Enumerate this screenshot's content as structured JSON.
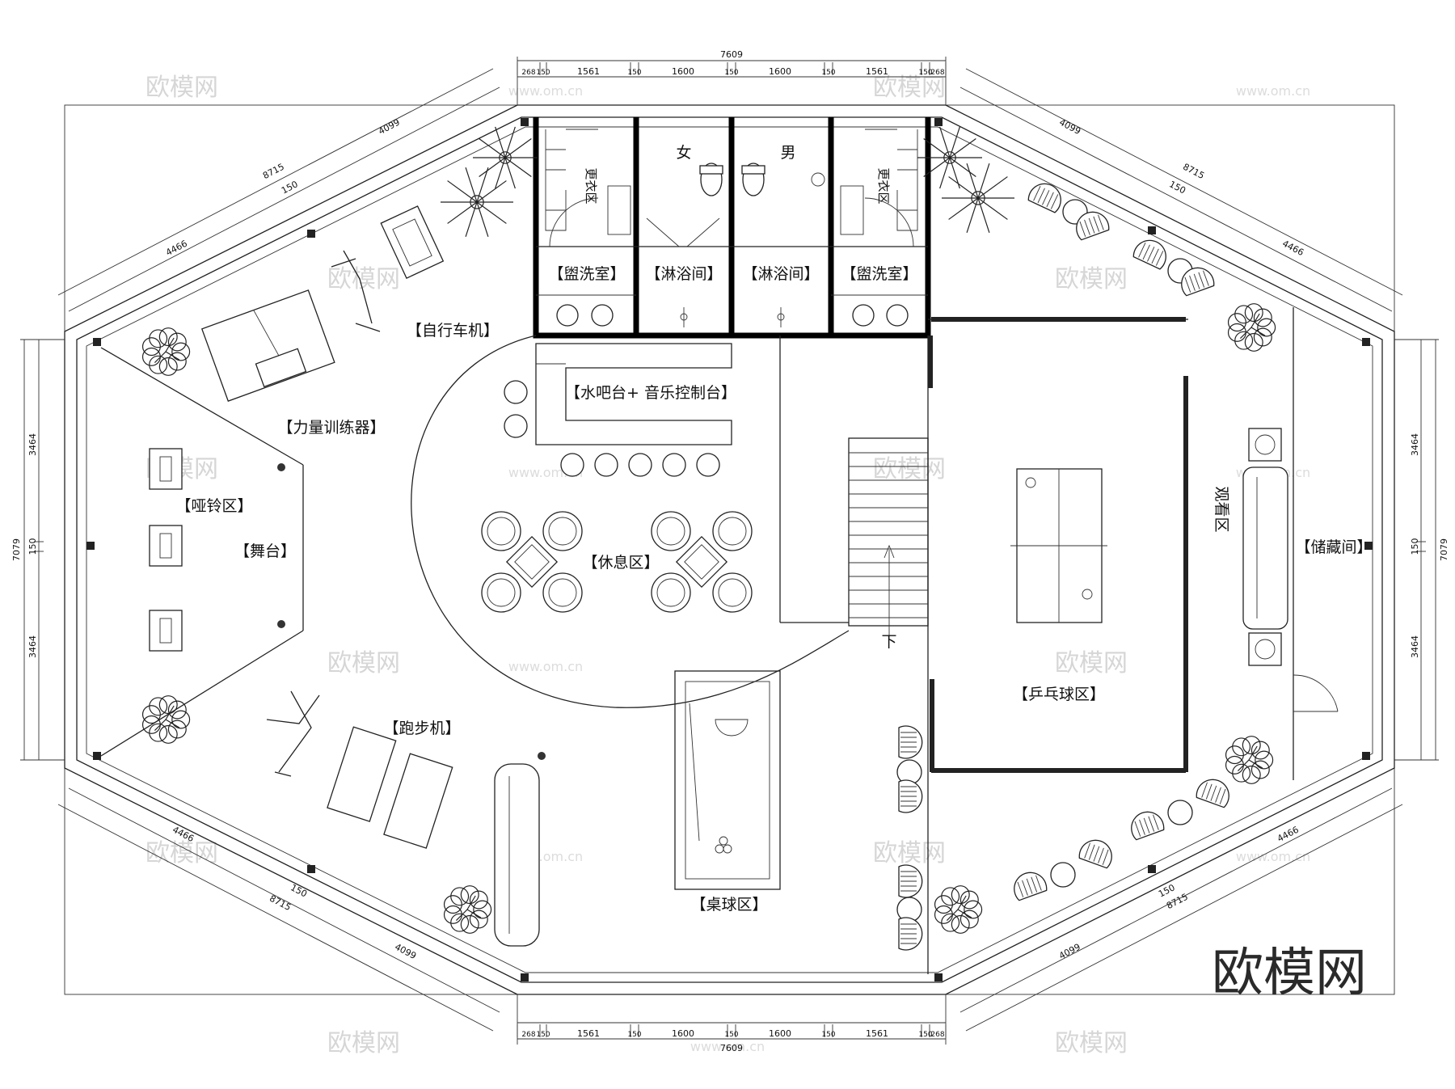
{
  "labels": {
    "changing_room": "更衣区",
    "washroom": "盥洗室",
    "shower": "淋浴间",
    "female": "女",
    "male": "男",
    "bike": "【自行车机】",
    "strength": "【力量训练器】",
    "dumbbell": "【哑铃区】",
    "stage": "【舞台】",
    "bar": "【水吧台+ 音乐控制台】",
    "lounge": "【休息区】",
    "treadmill": "【跑步机】",
    "billiards": "【桌球区】",
    "pingpong": "【乒乓球区】",
    "viewing": "观看区",
    "storage": "【储藏间】",
    "down": "下"
  },
  "dimensions": {
    "total_width": "7609",
    "segments": [
      "268",
      "150",
      "1561",
      "150",
      "1600",
      "150",
      "1600",
      "150",
      "1561",
      "150",
      "268"
    ],
    "diag_long": "8715",
    "diag_a": "4099",
    "diag_b": "4466",
    "diag_gap": "150",
    "side_total": "7079",
    "side_a": "3464",
    "side_gap": "150"
  },
  "watermark": {
    "brand": "欧模网",
    "url": "www.om.cn",
    "url_short": "om.cn"
  }
}
